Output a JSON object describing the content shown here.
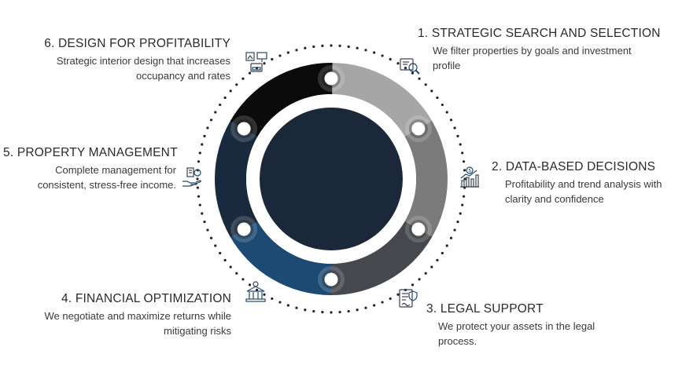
{
  "steps": [
    {
      "number": "1.",
      "title": "STRATEGIC SEARCH AND SELECTION",
      "description": "We filter properties by goals and investment profile",
      "icon": "magnifier-document-icon"
    },
    {
      "number": "2.",
      "title": "DATA-BASED DECISIONS",
      "description": "Profitability and trend analysis with clarity and confidence",
      "icon": "chart-dollar-icon"
    },
    {
      "number": "3.",
      "title": "LEGAL SUPPORT",
      "description": "We protect your assets in the legal process.",
      "icon": "contract-shield-icon"
    },
    {
      "number": "4.",
      "title": "FINANCIAL OPTIMIZATION",
      "description": "We negotiate and maximize returns while mitigating risks",
      "icon": "bank-money-icon"
    },
    {
      "number": "5.",
      "title": "PROPERTY MANAGEMENT",
      "description": "Complete management for consistent, stress-free income.",
      "icon": "hand-building-icon"
    },
    {
      "number": "6.",
      "title": "DESIGN FOR PROFITABILITY",
      "description": "Strategic interior design that increases occupancy and rates",
      "icon": "interior-design-icon"
    }
  ],
  "colors": {
    "segment_1": "#a6a6a6",
    "segment_2": "#7b7b7b",
    "segment_3": "#45484d",
    "segment_4": "#1d4a73",
    "segment_5": "#1a2a3e",
    "segment_6": "#0b0b0b",
    "center": "#1a2839",
    "dots": "#1e2230",
    "icon_stroke": "#3a4150",
    "icon_accent": "#1d4a73"
  }
}
